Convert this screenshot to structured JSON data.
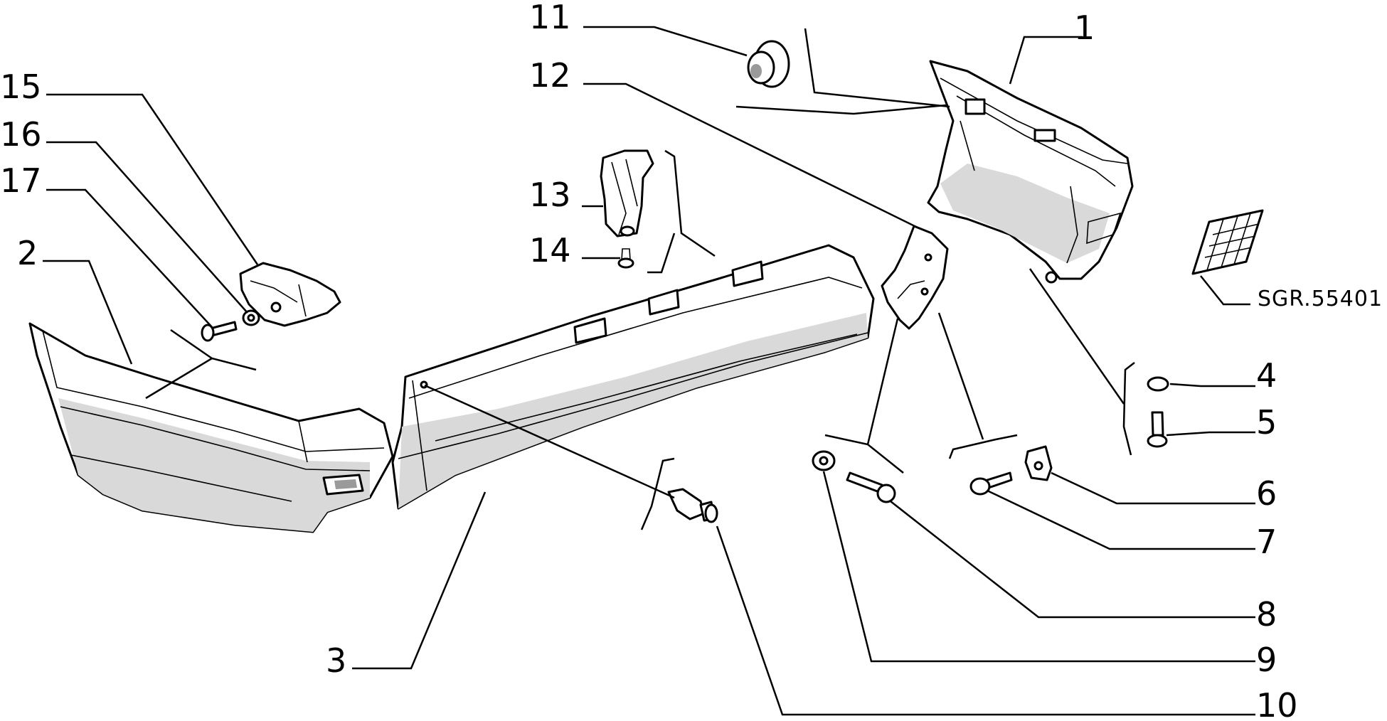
{
  "diagram": {
    "reference_code": "SGR.55401",
    "callouts": [
      "1",
      "2",
      "3",
      "4",
      "5",
      "6",
      "7",
      "8",
      "9",
      "10",
      "11",
      "12",
      "13",
      "14",
      "15",
      "16",
      "17"
    ]
  }
}
